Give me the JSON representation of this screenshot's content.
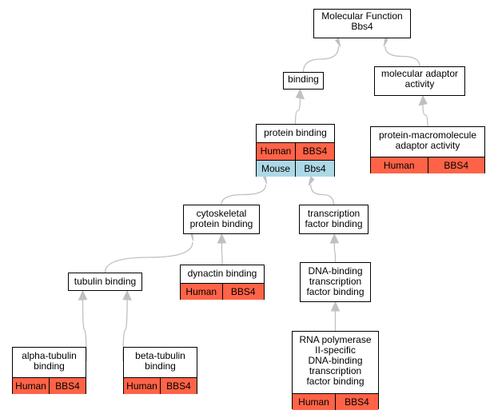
{
  "colors": {
    "human": "#ff6347",
    "mouse": "#add8e6",
    "edge": "#c0c0c0"
  },
  "nodes": {
    "mf": {
      "label": "Molecular Function\nBbs4",
      "rows": []
    },
    "binding": {
      "label": "binding",
      "rows": []
    },
    "mol_adaptor": {
      "label": "molecular adaptor\nactivity",
      "rows": []
    },
    "protein_binding": {
      "label": "protein binding",
      "rows": [
        {
          "species": "Human",
          "gene": "BBS4"
        },
        {
          "species": "Mouse",
          "gene": "Bbs4"
        }
      ]
    },
    "prot_macro": {
      "label": "protein-macromolecule\nadaptor activity",
      "rows": [
        {
          "species": "Human",
          "gene": "BBS4"
        }
      ]
    },
    "cytoskeletal": {
      "label": "cytoskeletal\nprotein binding",
      "rows": []
    },
    "tf_binding": {
      "label": "transcription\nfactor binding",
      "rows": []
    },
    "tubulin": {
      "label": "tubulin binding",
      "rows": []
    },
    "dynactin": {
      "label": "dynactin binding",
      "rows": [
        {
          "species": "Human",
          "gene": "BBS4"
        }
      ]
    },
    "dna_tf": {
      "label": "DNA-binding\ntranscription\nfactor binding",
      "rows": []
    },
    "alpha_tubulin": {
      "label": "alpha-tubulin\nbinding",
      "rows": [
        {
          "species": "Human",
          "gene": "BBS4"
        }
      ]
    },
    "beta_tubulin": {
      "label": "beta-tubulin\nbinding",
      "rows": [
        {
          "species": "Human",
          "gene": "BBS4"
        }
      ]
    },
    "rna_pol": {
      "label": "RNA polymerase\nII-specific\nDNA-binding\ntranscription\nfactor binding",
      "rows": [
        {
          "species": "Human",
          "gene": "BBS4"
        }
      ]
    }
  },
  "edges": [
    {
      "from": "binding",
      "to": "mf"
    },
    {
      "from": "mol_adaptor",
      "to": "mf"
    },
    {
      "from": "protein_binding",
      "to": "binding"
    },
    {
      "from": "prot_macro",
      "to": "mol_adaptor"
    },
    {
      "from": "cytoskeletal",
      "to": "protein_binding"
    },
    {
      "from": "tf_binding",
      "to": "protein_binding"
    },
    {
      "from": "tubulin",
      "to": "cytoskeletal"
    },
    {
      "from": "dynactin",
      "to": "cytoskeletal"
    },
    {
      "from": "dna_tf",
      "to": "tf_binding"
    },
    {
      "from": "rna_pol",
      "to": "dna_tf"
    },
    {
      "from": "alpha_tubulin",
      "to": "tubulin"
    },
    {
      "from": "beta_tubulin",
      "to": "tubulin"
    }
  ]
}
